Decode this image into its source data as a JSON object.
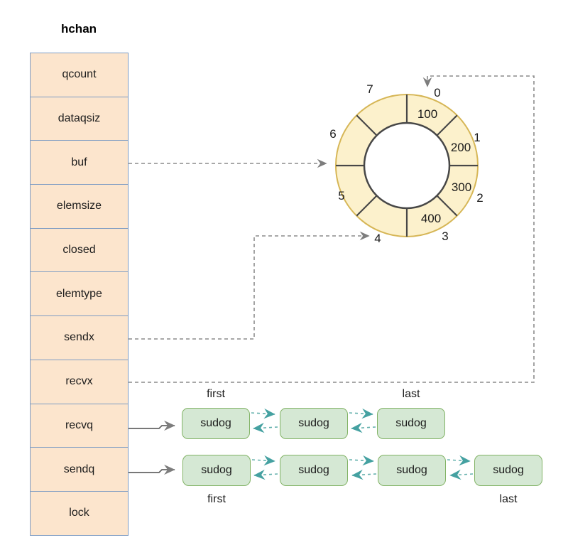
{
  "title": "hchan",
  "struct_fields": [
    "qcount",
    "dataqsiz",
    "buf",
    "elemsize",
    "closed",
    "elemtype",
    "sendx",
    "recvx",
    "recvq",
    "sendq",
    "lock"
  ],
  "ring": {
    "slot_labels": [
      "0",
      "1",
      "2",
      "3",
      "4",
      "5",
      "6",
      "7"
    ],
    "slot_values": [
      "100",
      "200",
      "300",
      "400"
    ]
  },
  "queues": {
    "recvq": {
      "first_label": "first",
      "last_label": "last",
      "nodes": [
        "sudog",
        "sudog",
        "sudog"
      ]
    },
    "sendq": {
      "first_label": "first",
      "last_label": "last",
      "nodes": [
        "sudog",
        "sudog",
        "sudog",
        "sudog"
      ]
    }
  },
  "colors": {
    "field_fill": "#FCE5CD",
    "field_border": "#7E9CC3",
    "ring_fill": "#FCF1CC",
    "ring_border": "#D6B656",
    "ring_spoke": "#474747",
    "sudog_fill": "#D5E8D4",
    "sudog_border": "#82B366",
    "link_arrow_teal": "#45A1A1",
    "pointer_gray": "#8C8C8C"
  }
}
